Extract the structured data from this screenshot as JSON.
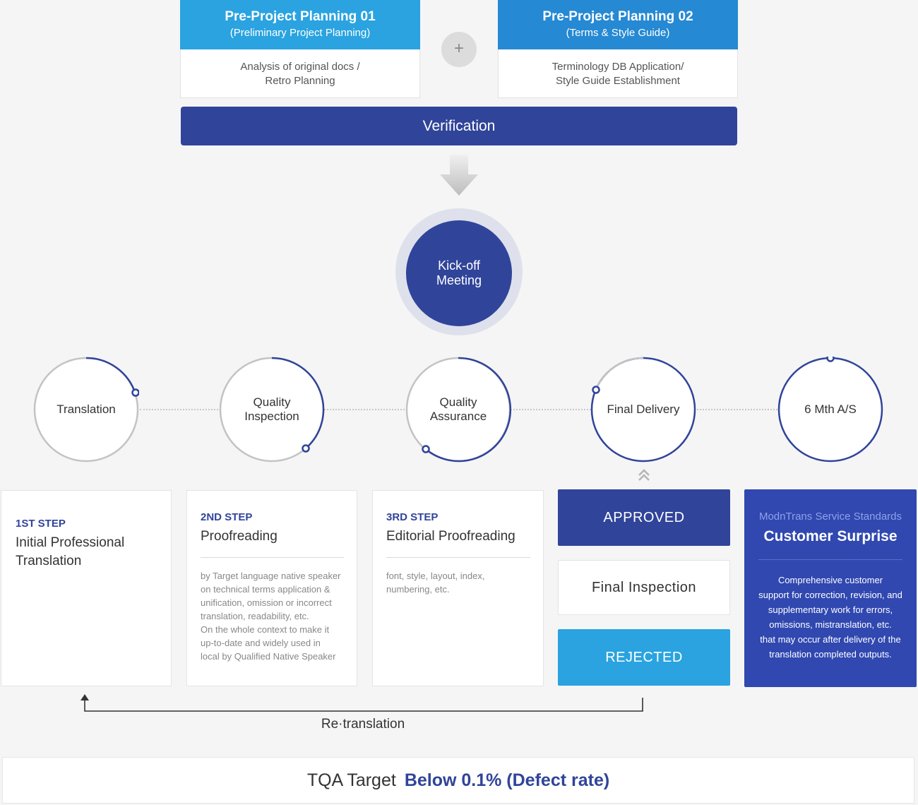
{
  "planning": [
    {
      "title": "Pre-Project Planning 01",
      "subtitle": "(Preliminary Project Planning)",
      "body": "Analysis of original docs /\nRetro Planning",
      "color": "#2aa3e0"
    },
    {
      "title": "Pre-Project Planning 02",
      "subtitle": "(Terms & Style Guide)",
      "body": "Terminology DB Application/\nStyle Guide Establishment",
      "color": "#2689d3"
    }
  ],
  "plus_symbol": "+",
  "verification": "Verification",
  "kickoff": "Kick-off\nMeeting",
  "steps": [
    {
      "label": "Translation"
    },
    {
      "label": "Quality\nInspection"
    },
    {
      "label": "Quality\nAssurance"
    },
    {
      "label": "Final Delivery"
    },
    {
      "label": "6 Mth A/S"
    }
  ],
  "cards": [
    {
      "step": "1ST STEP",
      "title": "Initial Professional\nTranslation",
      "desc": ""
    },
    {
      "step": "2ND STEP",
      "title": "Proofreading",
      "desc": "by Target language native speaker\non technical terms application &\nunification, omission or incorrect\ntranslation, readability, etc.\nOn the whole context to make it\nup-to-date and widely used in\nlocal by Qualified Native Speaker"
    },
    {
      "step": "3RD STEP",
      "title": "Editorial Proofreading",
      "desc": "font, style, layout, index,\nnumbering, etc."
    }
  ],
  "approved": "APPROVED",
  "final_inspection": "Final Inspection",
  "rejected": "REJECTED",
  "service": {
    "subtitle": "ModnTrans Service Standards",
    "title": "Customer Surprise",
    "desc": "Comprehensive customer\nsupport for correction, revision, and\nsupplementary work for errors,\nomissions, mistranslation, etc.\nthat may occur after delivery of the\ntranslation completed outputs."
  },
  "retranslation": "Re·translation",
  "tqa": {
    "label": "TQA Target",
    "value": "Below 0.1% (Defect rate)"
  },
  "colors": {
    "navy": "#30449a",
    "sky": "#2aa3e0",
    "blue": "#2689d3",
    "service": "#3048b0"
  }
}
